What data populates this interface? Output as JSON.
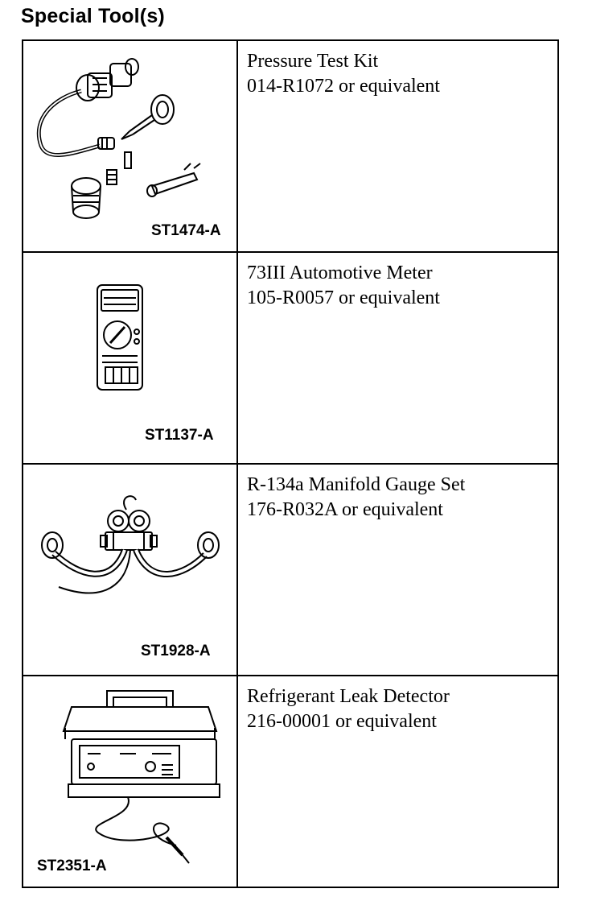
{
  "title": "Special Tool(s)",
  "tools": [
    {
      "code": "ST1474-A",
      "name": "Pressure Test Kit",
      "part": "014-R1072 or equivalent",
      "icon": "pressure-test-kit-icon"
    },
    {
      "code": "ST1137-A",
      "name": "73III Automotive Meter",
      "part": "105-R0057 or equivalent",
      "icon": "automotive-meter-icon"
    },
    {
      "code": "ST1928-A",
      "name": "R-134a Manifold Gauge Set",
      "part": "176-R032A or equivalent",
      "icon": "manifold-gauge-icon"
    },
    {
      "code": "ST2351-A",
      "name": "Refrigerant Leak Detector",
      "part": "216-00001 or equivalent",
      "icon": "leak-detector-icon"
    }
  ]
}
